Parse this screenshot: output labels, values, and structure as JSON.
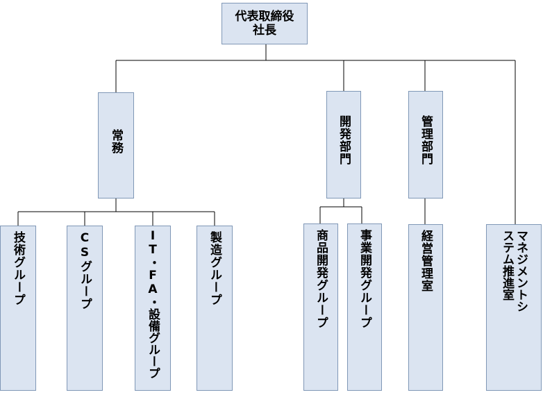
{
  "ceo": {
    "line1": "代表取締役",
    "line2": "社長"
  },
  "divisions": {
    "senmu": "常務",
    "kaihatsu": "開発部門",
    "kanri": "管理部門"
  },
  "groups": {
    "gijutsu": "技術グループ",
    "cs": "CSグループ",
    "itfa": "IT・FA・設備グループ",
    "seizo": "製造グループ",
    "shohin": "商品開発グループ",
    "jigyo": "事業開発グループ",
    "keiei": "経営管理室",
    "ms": "マネジメントシステム推進室"
  },
  "colors": {
    "box_fill": "#dbe4f1",
    "box_border": "#7f97b6",
    "line": "#000000"
  }
}
